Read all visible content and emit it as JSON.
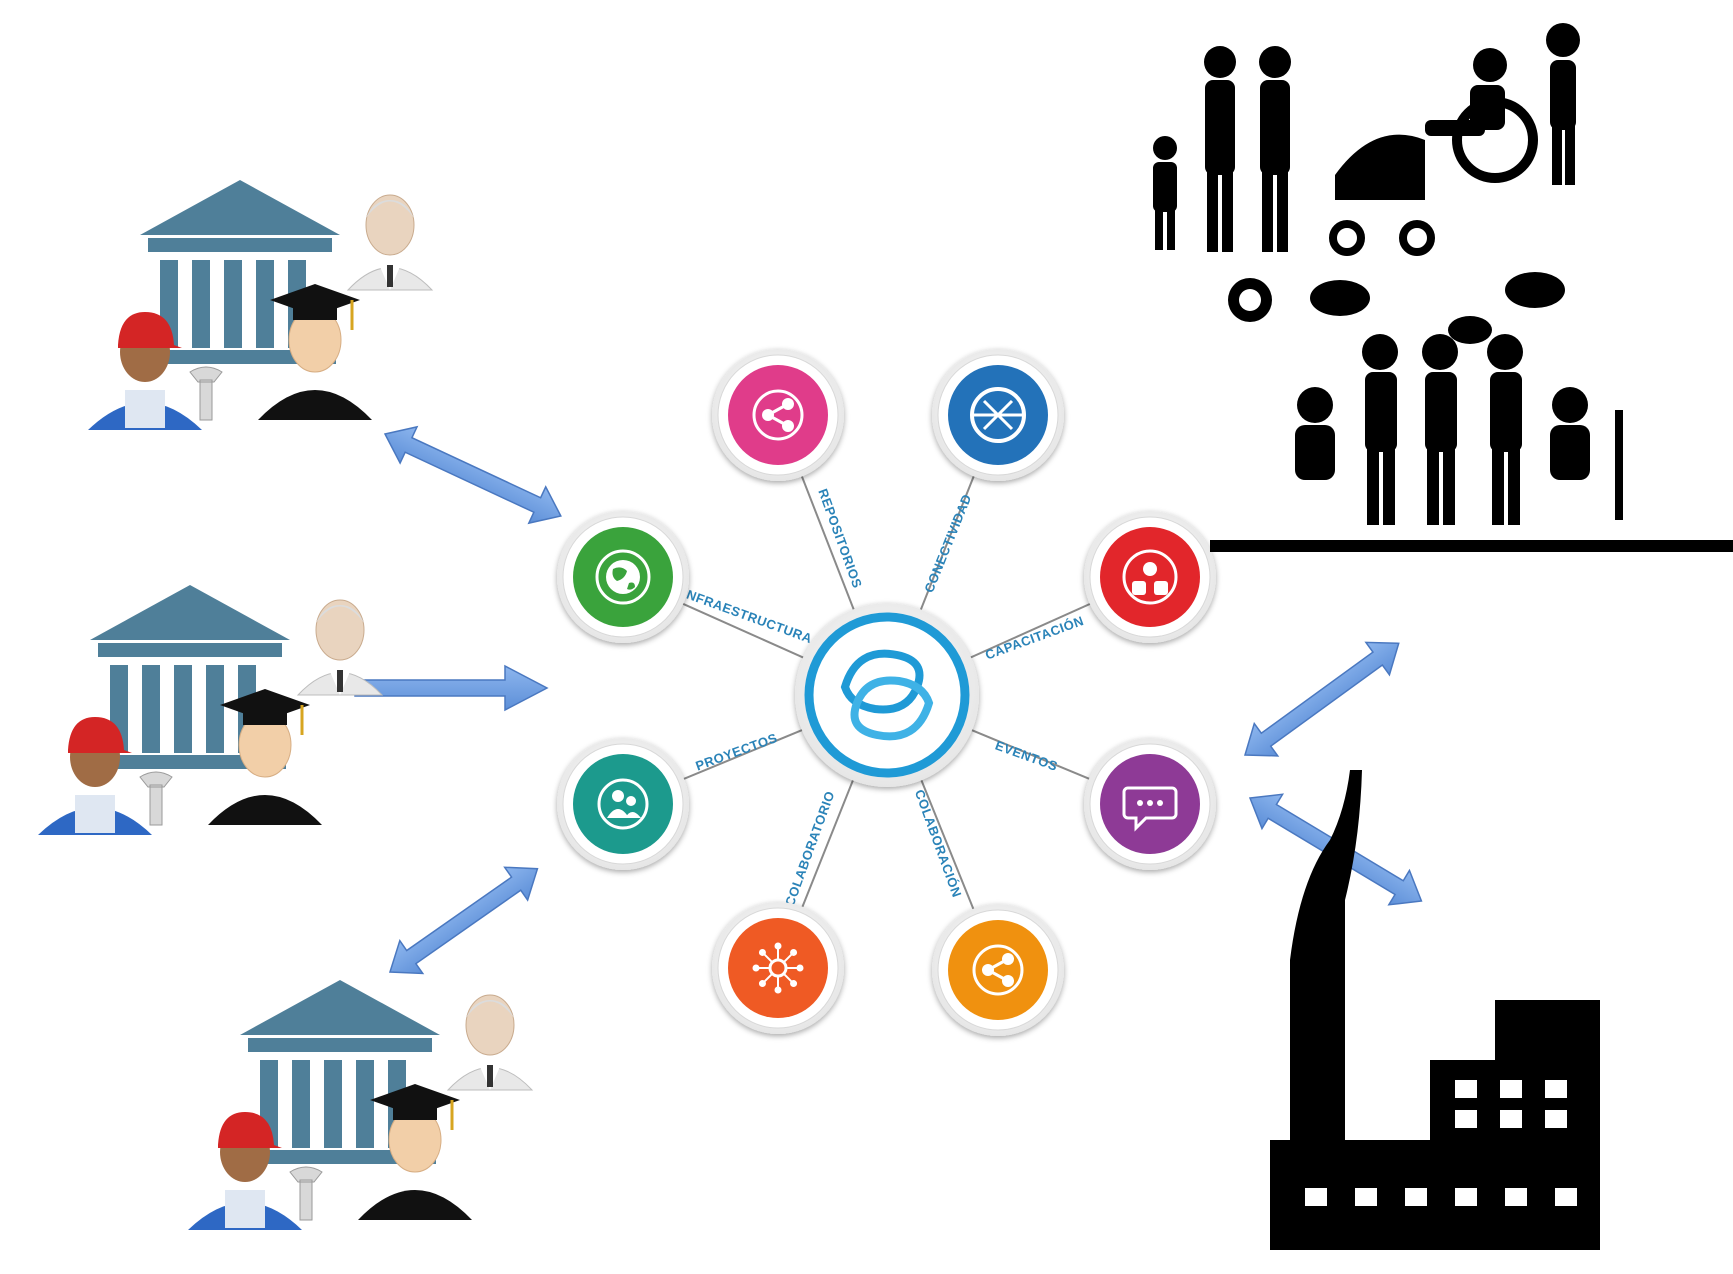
{
  "hub": {
    "center_icon": "network-logo-icon",
    "ring_color": "#1f9ad6",
    "spokes": [
      {
        "key": "repositorios",
        "label": "REPOSITORIOS",
        "icon": "share-icon",
        "color": "#e03c8a"
      },
      {
        "key": "conectividad",
        "label": "CONECTIVIDAD",
        "icon": "connectivity-icon",
        "color": "#2372b9"
      },
      {
        "key": "capacitacion",
        "label": "CAPACITACIÓN",
        "icon": "training-icon",
        "color": "#e2262b"
      },
      {
        "key": "eventos",
        "label": "EVENTOS",
        "icon": "chat-bubble-icon",
        "color": "#8e3a96"
      },
      {
        "key": "colaboracion",
        "label": "COLABORACIÓN",
        "icon": "share-icon",
        "color": "#f0910f"
      },
      {
        "key": "colaboratorio",
        "label": "COLABORATORIO",
        "icon": "network-nodes-icon",
        "color": "#ef5a24"
      },
      {
        "key": "proyectos",
        "label": "PROYECTOS",
        "icon": "people-icon",
        "color": "#1c9a8d"
      },
      {
        "key": "infraestructura",
        "label": "INFRAESTRUCTURA",
        "icon": "globe-icon",
        "color": "#3aa33c"
      }
    ]
  },
  "institutions": [
    {
      "icon": "institution-group-icon"
    },
    {
      "icon": "institution-group-icon"
    },
    {
      "icon": "institution-group-icon"
    }
  ],
  "society": {
    "icon": "community-silhouette-icon"
  },
  "industry": {
    "icon": "factory-icon"
  },
  "arrows": {
    "color": "#6b9de0",
    "outline": "#4a78c0"
  }
}
